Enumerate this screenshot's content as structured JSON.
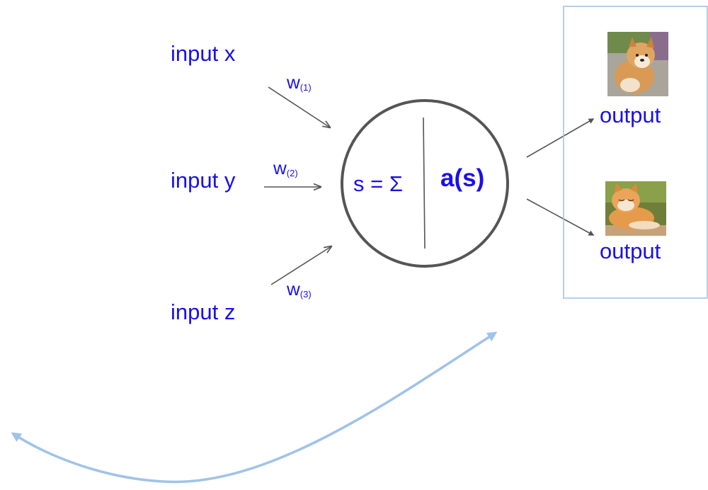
{
  "inputs": [
    {
      "label": "input x"
    },
    {
      "label": "input y"
    },
    {
      "label": "input z"
    }
  ],
  "weights": [
    {
      "base": "w",
      "sub": "(1)"
    },
    {
      "base": "w",
      "sub": "(2)"
    },
    {
      "base": "w",
      "sub": "(3)"
    }
  ],
  "neuron": {
    "sum_label": "s = Σ",
    "activation_label": "a(s)"
  },
  "outputs": [
    {
      "label": "output",
      "image": "dog photo"
    },
    {
      "label": "output",
      "image": "cat photo"
    }
  ],
  "colors": {
    "text": "#1a10e8",
    "arrow": "#555555",
    "circle": "#555555",
    "box": "#9fbfe0",
    "feedback": "#9fc3e8"
  }
}
